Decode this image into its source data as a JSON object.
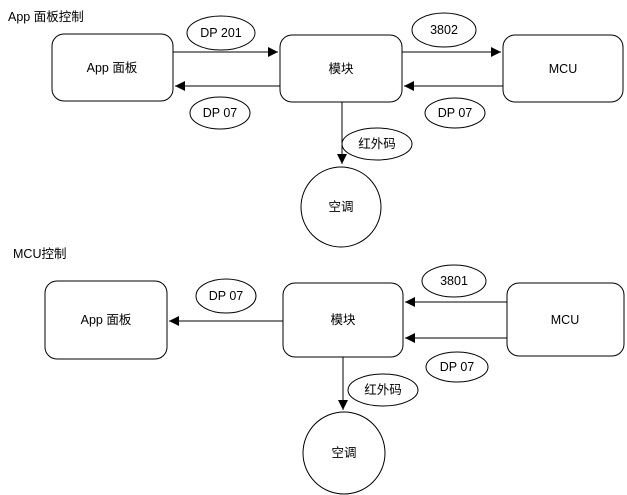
{
  "colors": {
    "background": "#ffffff",
    "stroke": "#000000",
    "node_fill": "#ffffff",
    "text": "#000000"
  },
  "diagrams": {
    "top": {
      "title": "App 面板控制",
      "nodes": {
        "app_panel": "App 面板",
        "module": "模块",
        "mcu": "MCU",
        "ac": "空调"
      },
      "labels": {
        "app_to_module": "DP 201",
        "module_to_app": "DP 07",
        "module_to_mcu": "3802",
        "mcu_to_module": "DP 07",
        "module_to_ac": "红外码"
      }
    },
    "bottom": {
      "title": "MCU控制",
      "nodes": {
        "app_panel": "App 面板",
        "module": "模块",
        "mcu": "MCU",
        "ac": "空调"
      },
      "labels": {
        "module_to_app": "DP 07",
        "mcu_to_module_cmd": "3801",
        "mcu_to_module_status": "DP 07",
        "module_to_ac": "红外码"
      }
    }
  }
}
